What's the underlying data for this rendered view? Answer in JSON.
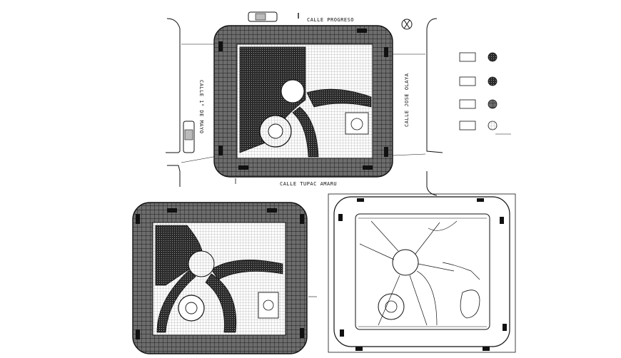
{
  "streets": {
    "north": "CALLE PROGRESO",
    "south": "CALLE TUPAC AMARU",
    "west": "CALLE 1° DE MAYO",
    "east": "CALLE JOSE OLAYA"
  },
  "drawings": [
    "site-plan-top",
    "plaza-plan-bottom-left",
    "plaza-outline-bottom-right"
  ],
  "legend": {
    "swatch_count": 4
  },
  "icons": [
    "compass-rose-icon",
    "car-icon"
  ],
  "colors": {
    "line": "#111111",
    "paving": "#555555",
    "paper": "#ffffff"
  }
}
